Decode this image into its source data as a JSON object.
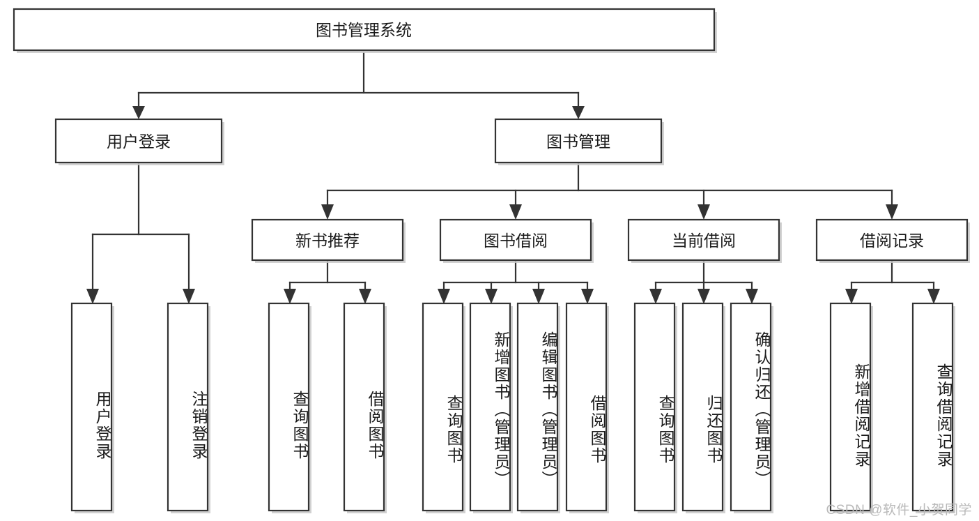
{
  "diagram": {
    "title": "图书管理系统",
    "type": "tree",
    "orientation": "top-down",
    "root": {
      "id": "root",
      "label": "图书管理系统",
      "orientation": "horizontal"
    },
    "level1": [
      {
        "id": "user-login",
        "label": "用户登录",
        "orientation": "horizontal"
      },
      {
        "id": "book-manage",
        "label": "图书管理",
        "orientation": "horizontal"
      }
    ],
    "level2": [
      {
        "id": "new-book-rec",
        "label": "新书推荐",
        "parent": "book-manage",
        "orientation": "horizontal"
      },
      {
        "id": "book-borrow",
        "label": "图书借阅",
        "parent": "book-manage",
        "orientation": "horizontal"
      },
      {
        "id": "current-borrow",
        "label": "当前借阅",
        "parent": "book-manage",
        "orientation": "horizontal"
      },
      {
        "id": "borrow-record",
        "label": "借阅记录",
        "parent": "book-manage",
        "orientation": "horizontal"
      }
    ],
    "leaves": [
      {
        "id": "leaf-user-login",
        "label": "用户登录",
        "parent": "user-login",
        "orientation": "vertical"
      },
      {
        "id": "leaf-logout",
        "label": "注销登录",
        "parent": "user-login",
        "orientation": "vertical"
      },
      {
        "id": "leaf-query-book-1",
        "label": "查询图书",
        "parent": "new-book-rec",
        "orientation": "vertical"
      },
      {
        "id": "leaf-borrow-book-1",
        "label": "借阅图书",
        "parent": "new-book-rec",
        "orientation": "vertical"
      },
      {
        "id": "leaf-query-book-2",
        "label": "查询图书",
        "parent": "book-borrow",
        "orientation": "vertical"
      },
      {
        "id": "leaf-add-book",
        "label": "新增图书（管理员）",
        "parent": "book-borrow",
        "orientation": "vertical"
      },
      {
        "id": "leaf-edit-book",
        "label": "编辑图书（管理员）",
        "parent": "book-borrow",
        "orientation": "vertical"
      },
      {
        "id": "leaf-borrow-book-2",
        "label": "借阅图书",
        "parent": "book-borrow",
        "orientation": "vertical"
      },
      {
        "id": "leaf-query-book-3",
        "label": "查询图书",
        "parent": "current-borrow",
        "orientation": "vertical"
      },
      {
        "id": "leaf-return-book",
        "label": "归还图书",
        "parent": "current-borrow",
        "orientation": "vertical"
      },
      {
        "id": "leaf-confirm-return",
        "label": "确认归还（管理员）",
        "parent": "current-borrow",
        "orientation": "vertical"
      },
      {
        "id": "leaf-add-record",
        "label": "新增借阅记录",
        "parent": "borrow-record",
        "orientation": "vertical"
      },
      {
        "id": "leaf-query-record",
        "label": "查询借阅记录",
        "parent": "borrow-record",
        "orientation": "vertical"
      }
    ],
    "watermark": "CSDN @软件_小贺同学",
    "colors": {
      "box_fill": "#ffffff",
      "box_stroke": "#333333",
      "connector": "#333333",
      "text": "#1a1a1a",
      "watermark": "#b9b9b9",
      "background": "#ffffff",
      "shadow": "#c9c9c9"
    }
  }
}
